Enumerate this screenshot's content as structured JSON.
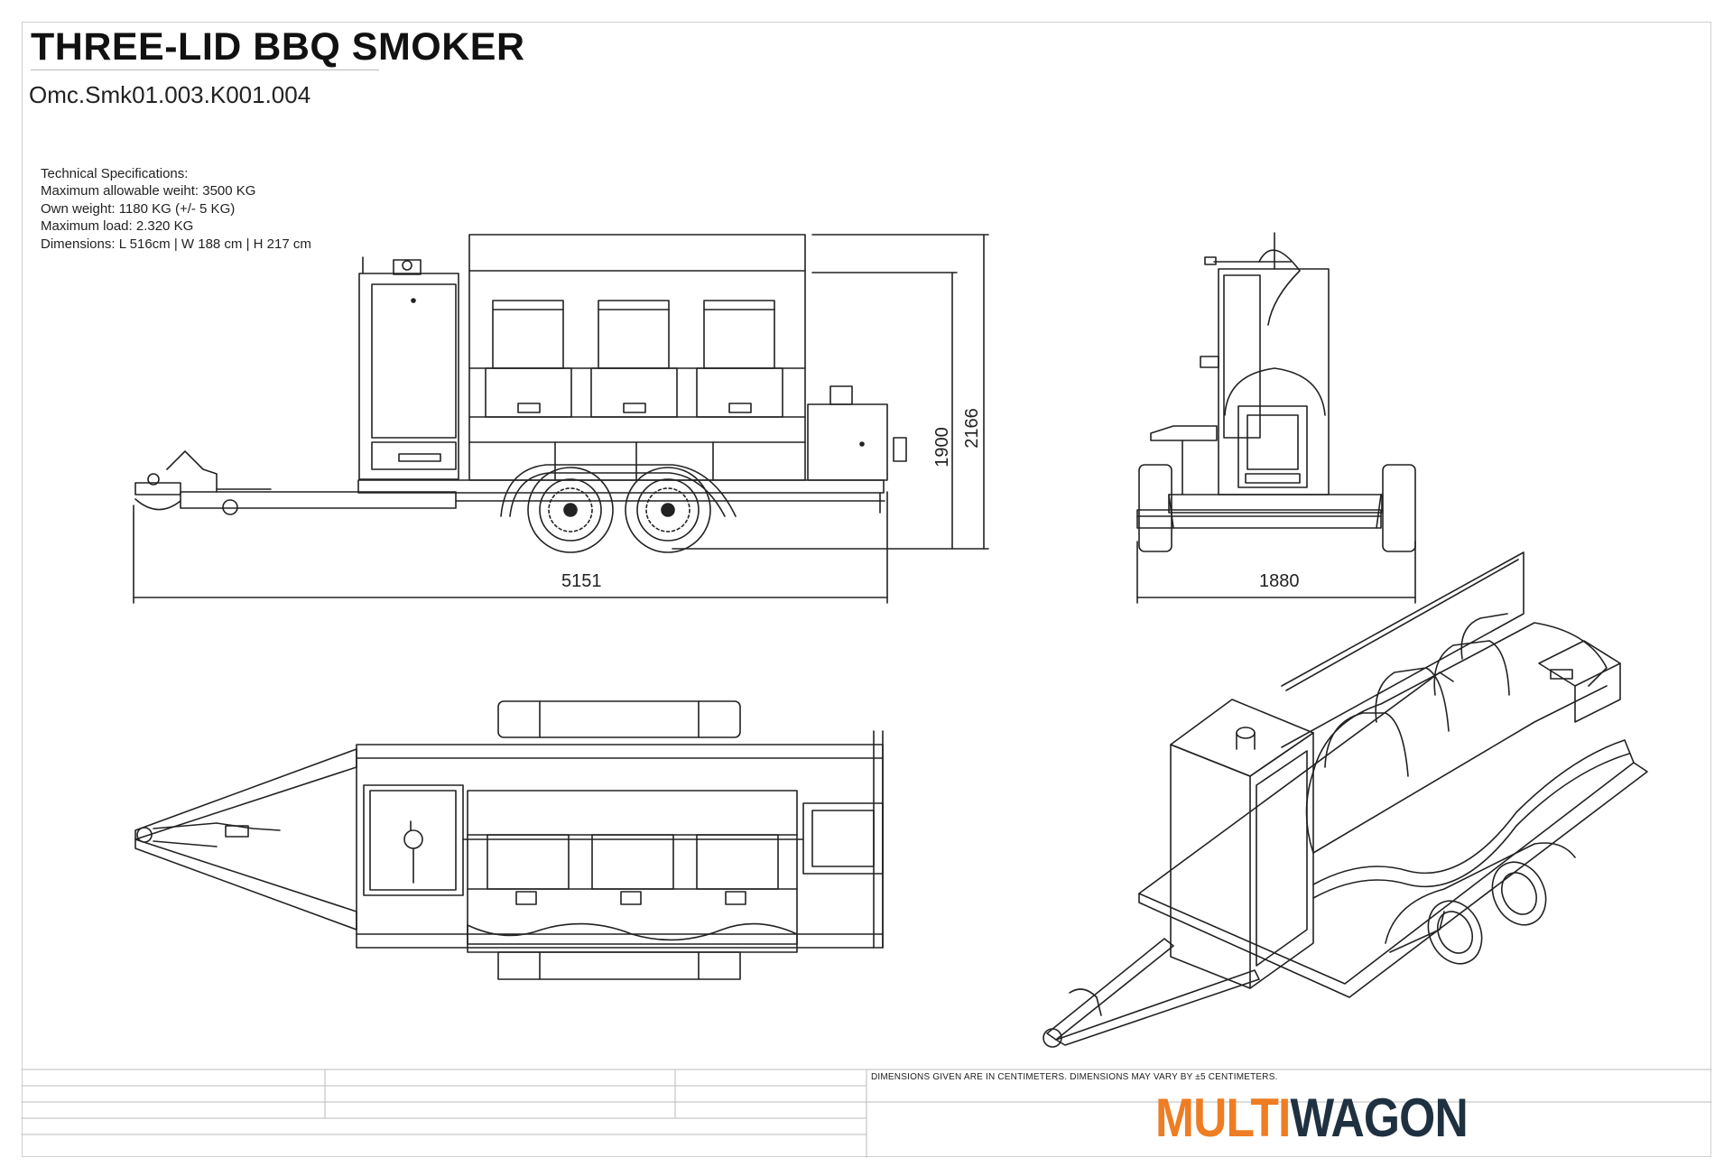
{
  "header": {
    "title": "THREE-LID BBQ SMOKER",
    "code": "Omc.Smk01.003.K001.004"
  },
  "specs": {
    "heading": "Technical Specifications:",
    "lines": [
      "Maximum allowable weiht: 3500 KG",
      "Own weight: 1180 KG (+/- 5 KG)",
      "Maximum load: 2.320 KG",
      "Dimensions: L 516cm | W 188 cm | H 217 cm"
    ]
  },
  "dimensions": {
    "length": "5151",
    "height_body": "1900",
    "height_total": "2166",
    "width": "1880"
  },
  "titleblock": {
    "note": "DIMENSIONS GIVEN ARE IN CENTIMETERS. DIMENSIONS MAY VARY BY ±5 CENTIMETERS.",
    "brand_part1": "MULTI",
    "brand_part2": "WAGON"
  },
  "colors": {
    "brand_orange": "#ee7d23",
    "brand_navy": "#1f3140",
    "line": "#222222"
  }
}
